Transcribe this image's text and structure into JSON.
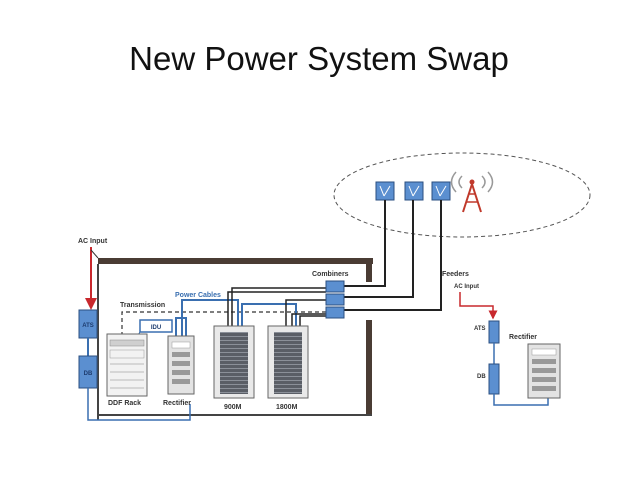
{
  "title": "New Power System Swap",
  "labels": {
    "ac_input_left": "AC Input",
    "ats_left": "ATS",
    "db_left": "DB",
    "transmission": "Transmission",
    "idu": "IDU",
    "power_cables": "Power Cables",
    "ddf_rack": "DDF Rack",
    "rectifier_left": "Rectifier",
    "cabinet_900": "900M",
    "cabinet_1800": "1800M",
    "combiners": "Combiners",
    "feeders": "Feeders",
    "ac_input_right": "AC Input",
    "ats_right": "ATS",
    "db_right": "DB",
    "rectifier_right": "Rectifier"
  },
  "colors": {
    "ac_line": "#c8282d",
    "dc_line": "#3a6fb0",
    "box_fill": "#5b8fd0",
    "rail": "#4a3c34",
    "cabinet": "#5a5e66",
    "tower": "#c0392b"
  }
}
